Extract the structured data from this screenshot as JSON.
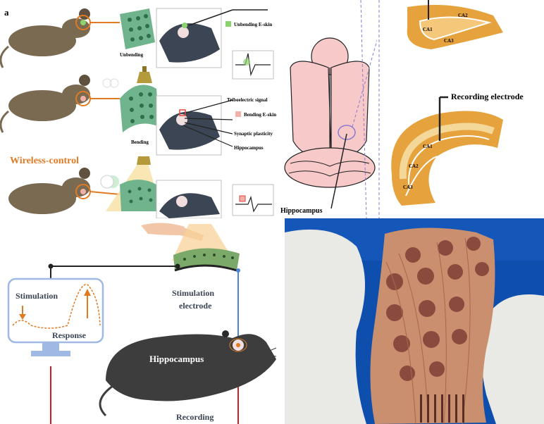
{
  "panel_letter": "a",
  "top_left": {
    "labels": {
      "unbending": "Unbending",
      "bending": "Bending",
      "wireless_control": "Wireless-control"
    },
    "callouts": {
      "unbending_eskin": "Unbending E-skin",
      "triboelectric_signal": "Triboelectric signal",
      "bending_eskin": "Bending E-skin",
      "synaptic_plasticity": "Synaptic plasticity",
      "hippocampus": "Hippocampus"
    }
  },
  "brain": {
    "label": "Hippocampus"
  },
  "hippocampus_sections": {
    "top": {
      "ca2": "CA2",
      "ca1": "CA1",
      "ca3": "CA3"
    },
    "bottom": {
      "recording_electrode": "Recording electrode",
      "ca1": "CA1",
      "ca2": "CA2",
      "ca3": "CA3"
    }
  },
  "bottom_left": {
    "stimulation": "Stimulation",
    "response": "Response",
    "stimulation_electrode_line1": "Stimulation",
    "stimulation_electrode_line2": "electrode",
    "hippocampus": "Hippocampus",
    "recording": "Recording"
  },
  "colors": {
    "accent_orange": "#e07b24",
    "mouse_brown": "#7a6a52",
    "mouse_dark": "#3b4553",
    "brain_pink": "#f7c9c9",
    "monitor_blue": "#9fb9e4",
    "glove_white": "#e9e9e6",
    "photo_bg": "#0e4fae",
    "wire_red": "#c9212a",
    "wire_blue": "#4a86d8"
  }
}
